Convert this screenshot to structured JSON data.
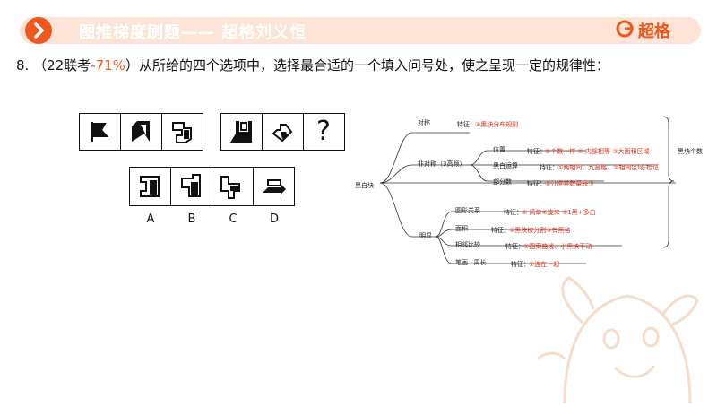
{
  "header": {
    "title": "图推梯度刷题—— 超格刘义恒",
    "brand": "超格",
    "accent": "#f0571f",
    "band_color": "#fde4d6"
  },
  "question": {
    "number": "8.",
    "source_open": "（22联考",
    "accuracy": "-71%",
    "source_close": "）",
    "text": "从所给的四个选项中，选择最合适的一个填入问号处，使之呈现一定的规律性："
  },
  "puzzle": {
    "question_mark": "?",
    "options": [
      "A",
      "B",
      "C",
      "D"
    ]
  },
  "mindmap": {
    "root": "黑白块",
    "right_label": "黑块个数",
    "feature_label": "特征：",
    "symmetry": {
      "label": "对称",
      "feature": "①黑块分布规则"
    },
    "asymmetry": {
      "label": "非对称（3高频）",
      "items": [
        {
          "label": "位置",
          "feature": "①个数一样 ② 内部相等 ③大面积区域"
        },
        {
          "label": "黑白运算",
          "feature": "①两相同、九宫格、②相同区域-检证"
        },
        {
          "label": "部分数",
          "feature": "①分准并数量较少"
        }
      ]
    },
    "notable": {
      "label": "明显",
      "items": [
        {
          "label": "图形关系",
          "feature": "① 简单②旋来 ③1黑+多白"
        },
        {
          "label": "面积",
          "feature": "①黑块被分割③有黑格"
        },
        {
          "label": "相邻比较",
          "feature": "①图案曲线、小黑块不动"
        },
        {
          "label": "笔画 · 周长",
          "feature": "①连在一起"
        }
      ]
    }
  }
}
